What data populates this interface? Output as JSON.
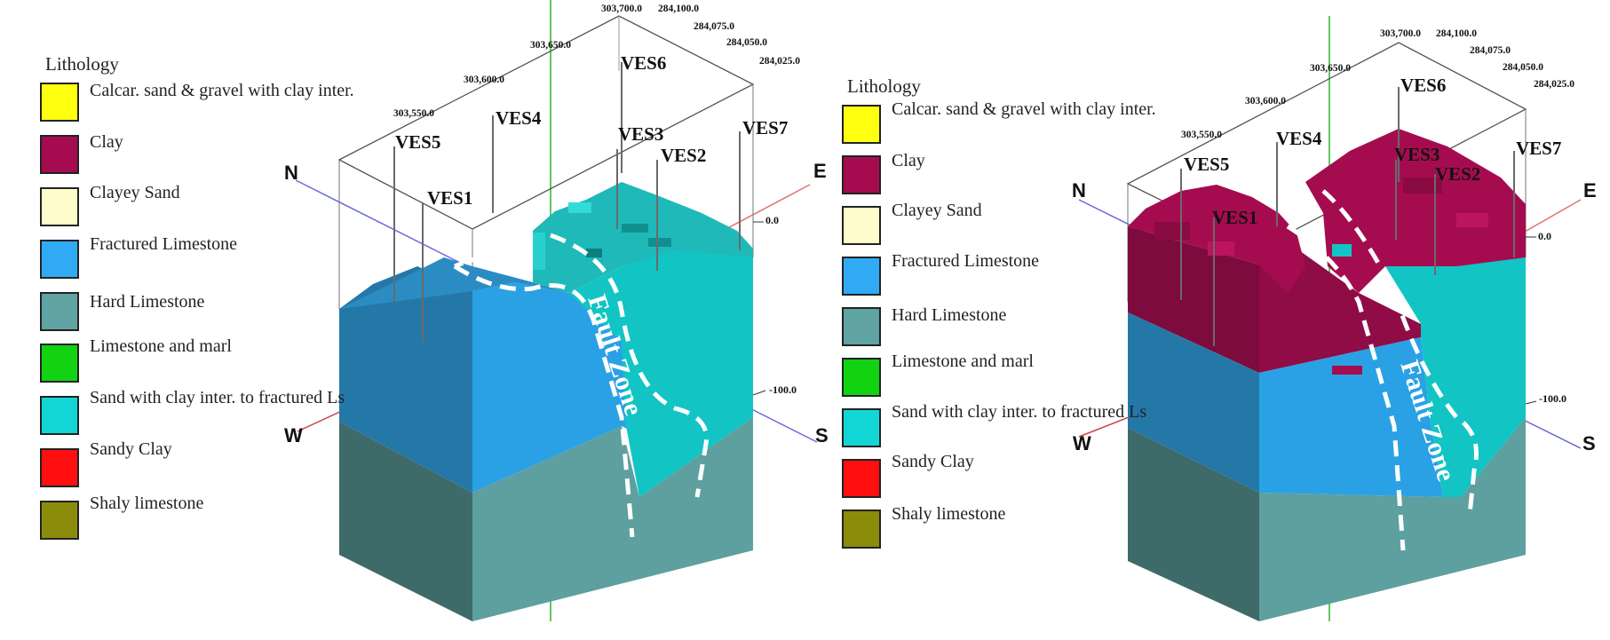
{
  "legend_title": "Lithology",
  "lithology": [
    {
      "name": "calcar-sand-gravel",
      "label": "Calcar. sand & gravel with clay inter.",
      "color": "#ffff10"
    },
    {
      "name": "clay",
      "label": "Clay",
      "color": "#a50c50"
    },
    {
      "name": "clayey-sand",
      "label": "Clayey Sand",
      "color": "#fffccc"
    },
    {
      "name": "fractured-limestone",
      "label": "Fractured Limestone",
      "color": "#30aaf5"
    },
    {
      "name": "hard-limestone",
      "label": "Hard Limestone",
      "color": "#5fa3a3"
    },
    {
      "name": "limestone-marl",
      "label": "Limestone and marl",
      "color": "#12d312"
    },
    {
      "name": "sand-clay-fractured",
      "label": "Sand with clay inter. to fractured Ls",
      "color": "#12d6d6"
    },
    {
      "name": "sandy-clay",
      "label": "Sandy Clay",
      "color": "#ff0f0f"
    },
    {
      "name": "shaly-limestone",
      "label": "Shaly limestone",
      "color": "#8c8c0c"
    }
  ],
  "boreholes": [
    "VES1",
    "VES2",
    "VES3",
    "VES4",
    "VES5",
    "VES6",
    "VES7"
  ],
  "coords_x": [
    "303,550.0",
    "303,600.0",
    "303,650.0",
    "303,700.0"
  ],
  "coords_y": [
    "284,100.0",
    "284,075.0",
    "284,050.0",
    "284,025.0"
  ],
  "directions": {
    "north": "N",
    "east": "E",
    "west": "W",
    "south": "S"
  },
  "elevations": {
    "top": "0.0",
    "deep": "-100.0"
  },
  "fault_label": "Fault Zone"
}
